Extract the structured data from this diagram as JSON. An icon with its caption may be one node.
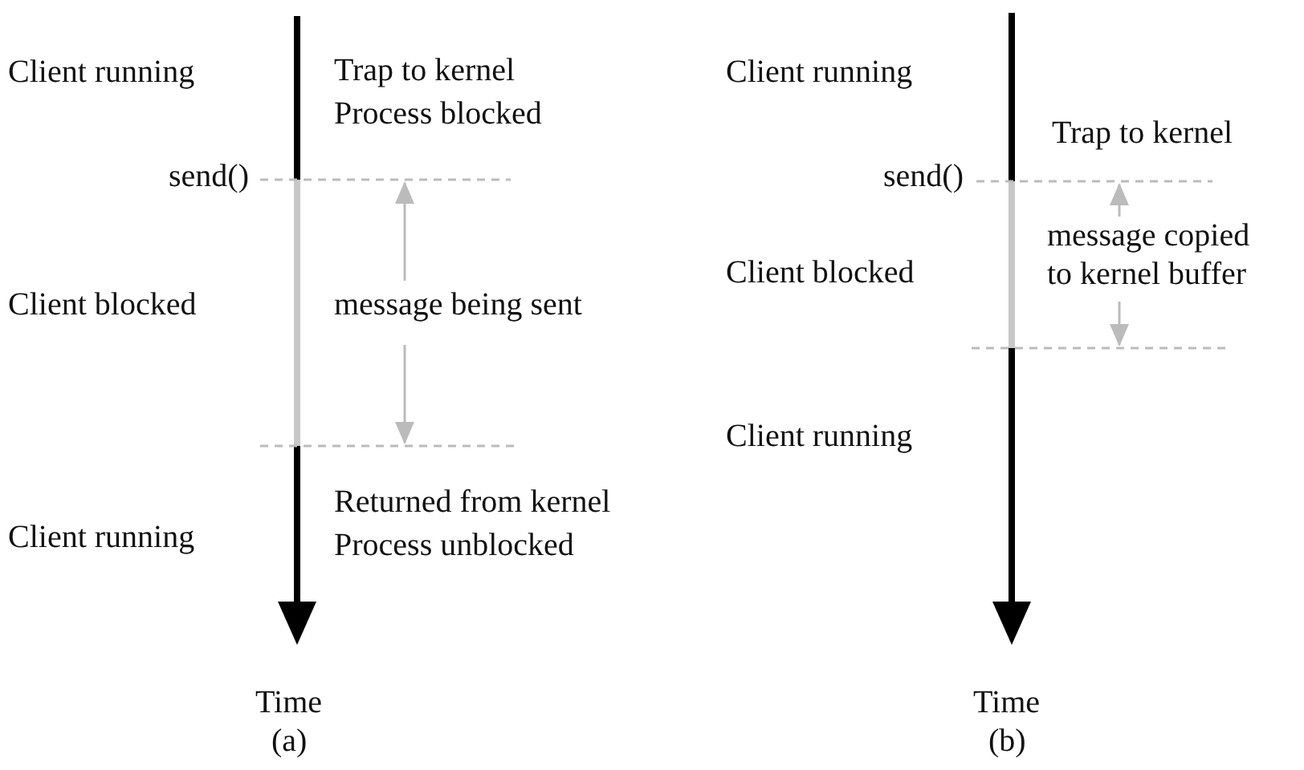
{
  "diagram": {
    "labels": [
      "Client running",
      "Trap to kernel",
      "Process blocked",
      "send()",
      "Client blocked",
      "message being sent",
      "Returned from kernel",
      "Process unblocked",
      "Client running",
      "Time",
      "(a)",
      "Client running",
      "Trap to kernel",
      "send()",
      "message copied to kernel buffer",
      "Client blocked",
      "Client running",
      "Time",
      "(b)"
    ]
  }
}
